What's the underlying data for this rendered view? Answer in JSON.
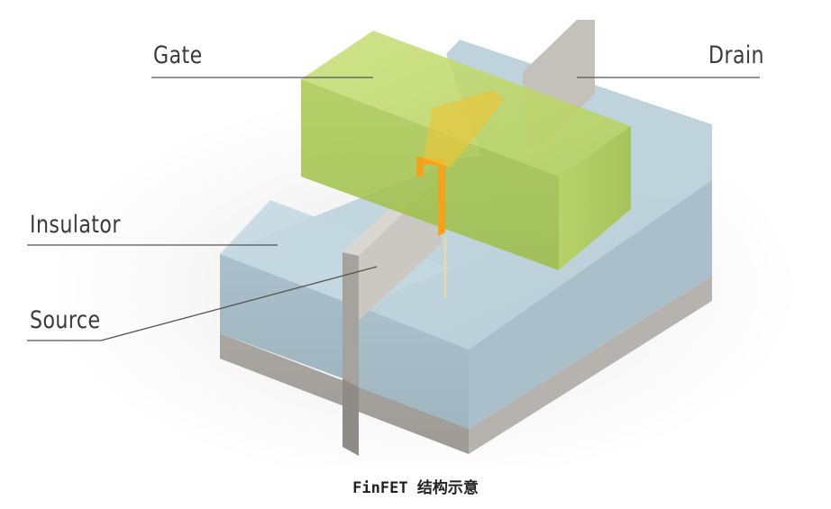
{
  "labels": {
    "gate": "Gate",
    "drain": "Drain",
    "insulator": "Insulator",
    "source": "Source"
  },
  "caption": "FinFET 结构示意",
  "colors": {
    "substrate": "#b3b0ab",
    "insulator": "#b9cfd8",
    "gate": "#b7d35a",
    "fin": "#c8c5bf",
    "channel": "#f2a21b",
    "leader_line": "#555555"
  }
}
